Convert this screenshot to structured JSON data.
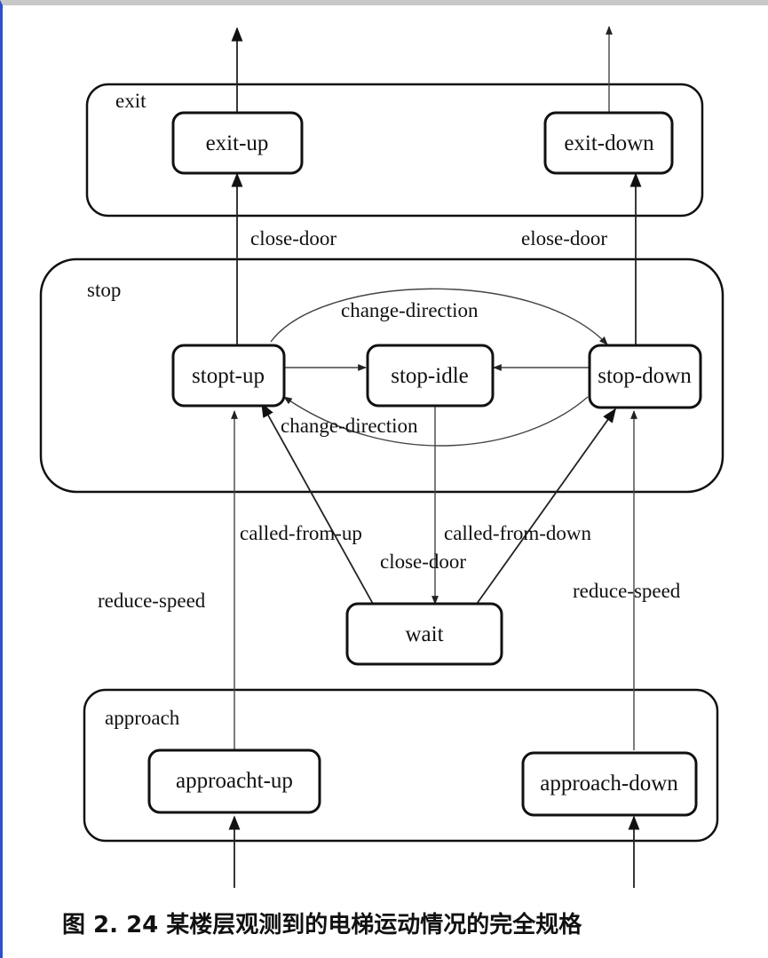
{
  "groups": {
    "exit": "exit",
    "stop": "stop",
    "approach": "approach"
  },
  "states": {
    "exit_up": "exit-up",
    "exit_down": "exit-down",
    "stop_up": "stopt-up",
    "stop_idle": "stop-idle",
    "stop_down": "stop-down",
    "wait": "wait",
    "approach_up": "approacht-up",
    "approach_down": "approach-down"
  },
  "edges": {
    "close_door_left": "close-door",
    "close_door_right": "elose-door",
    "change_direction_top": "change-direction",
    "change_direction_bottom": "change-direction",
    "called_from_up": "called-from-up",
    "called_from_down": "called-from-down",
    "close_door_wait": "close-door",
    "reduce_speed_left": "reduce-speed",
    "reduce_speed_right": "reduce-speed"
  },
  "caption": "图 2. 24   某楼层观测到的电梯运动情况的完全规格"
}
